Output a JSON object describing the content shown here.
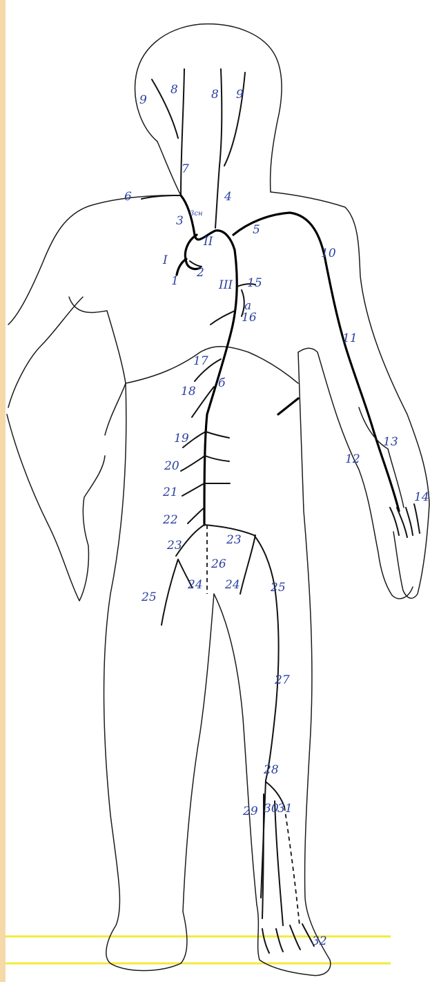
{
  "colors": {
    "ink": "#2a3fa0",
    "outline": "#1b1b1b",
    "edge_strip": "#f5d9a8",
    "ruled_line": "#f3ea3a"
  },
  "labels": [
    {
      "id": "l-9a",
      "text": "9"
    },
    {
      "id": "l-8a",
      "text": "8"
    },
    {
      "id": "l-8b",
      "text": "8"
    },
    {
      "id": "l-9b",
      "text": "9"
    },
    {
      "id": "l-7",
      "text": "7"
    },
    {
      "id": "l-6",
      "text": "6"
    },
    {
      "id": "l-4",
      "text": "4"
    },
    {
      "id": "l-3",
      "text": "3"
    },
    {
      "id": "l-3sm",
      "text": "3сн"
    },
    {
      "id": "l-II",
      "text": "II"
    },
    {
      "id": "l-5",
      "text": "5"
    },
    {
      "id": "l-10",
      "text": "10"
    },
    {
      "id": "l-I",
      "text": "I"
    },
    {
      "id": "l-1",
      "text": "1"
    },
    {
      "id": "l-2",
      "text": "2"
    },
    {
      "id": "l-III",
      "text": "III"
    },
    {
      "id": "l-15",
      "text": "15"
    },
    {
      "id": "l-a",
      "text": "а"
    },
    {
      "id": "l-16",
      "text": "16"
    },
    {
      "id": "l-11",
      "text": "11"
    },
    {
      "id": "l-17",
      "text": "17"
    },
    {
      "id": "l-18",
      "text": "18"
    },
    {
      "id": "l-b",
      "text": "б"
    },
    {
      "id": "l-19",
      "text": "19"
    },
    {
      "id": "l-13",
      "text": "13"
    },
    {
      "id": "l-12",
      "text": "12"
    },
    {
      "id": "l-20",
      "text": "20"
    },
    {
      "id": "l-21",
      "text": "21"
    },
    {
      "id": "l-22",
      "text": "22"
    },
    {
      "id": "l-14",
      "text": "14"
    },
    {
      "id": "l-23a",
      "text": "23"
    },
    {
      "id": "l-23b",
      "text": "23"
    },
    {
      "id": "l-26",
      "text": "26"
    },
    {
      "id": "l-24a",
      "text": "24"
    },
    {
      "id": "l-24b",
      "text": "24"
    },
    {
      "id": "l-25a",
      "text": "25"
    },
    {
      "id": "l-25b",
      "text": "25"
    },
    {
      "id": "l-27",
      "text": "27"
    },
    {
      "id": "l-28",
      "text": "28"
    },
    {
      "id": "l-29",
      "text": "29"
    },
    {
      "id": "l-30",
      "text": "30"
    },
    {
      "id": "l-31",
      "text": "31"
    },
    {
      "id": "l-32",
      "text": "32"
    }
  ]
}
